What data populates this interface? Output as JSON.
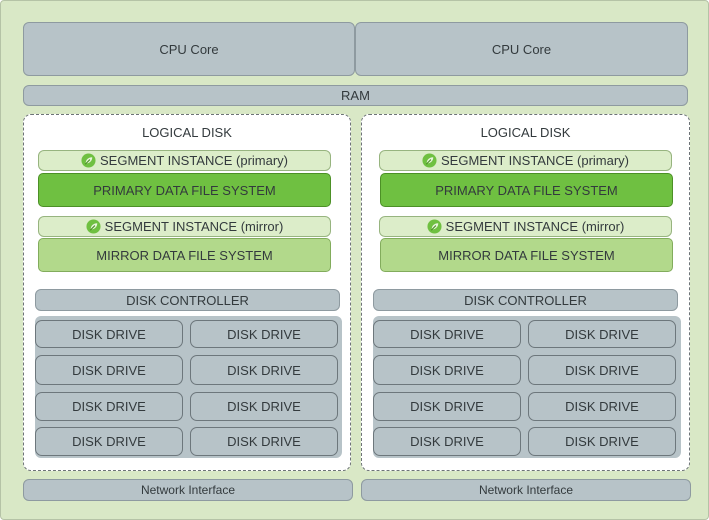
{
  "cpu": [
    "CPU Core",
    "CPU Core"
  ],
  "ram": "RAM",
  "disks": [
    {
      "title": "LOGICAL DISK",
      "segment_primary": "SEGMENT INSTANCE (primary)",
      "primary_fs": "PRIMARY DATA FILE SYSTEM",
      "segment_mirror": "SEGMENT INSTANCE (mirror)",
      "mirror_fs": "MIRROR DATA FILE SYSTEM",
      "controller": "DISK CONTROLLER",
      "drives": [
        "DISK DRIVE",
        "DISK DRIVE",
        "DISK DRIVE",
        "DISK DRIVE",
        "DISK DRIVE",
        "DISK DRIVE",
        "DISK DRIVE",
        "DISK DRIVE"
      ],
      "network": "Network Interface"
    },
    {
      "title": "LOGICAL DISK",
      "segment_primary": "SEGMENT INSTANCE (primary)",
      "primary_fs": "PRIMARY DATA FILE SYSTEM",
      "segment_mirror": "SEGMENT INSTANCE (mirror)",
      "mirror_fs": "MIRROR DATA FILE SYSTEM",
      "controller": "DISK CONTROLLER",
      "drives": [
        "DISK DRIVE",
        "DISK DRIVE",
        "DISK DRIVE",
        "DISK DRIVE",
        "DISK DRIVE",
        "DISK DRIVE",
        "DISK DRIVE",
        "DISK DRIVE"
      ],
      "network": "Network Interface"
    }
  ],
  "colors": {
    "frame": "#d9e8c6",
    "hardware": "#b7c3c8",
    "primary_fs": "#6fc041",
    "mirror_fs": "#b2d98b",
    "segment": "#dcedc9",
    "icon": "#6fc041"
  },
  "icons": {
    "segment": "leaf-icon"
  }
}
